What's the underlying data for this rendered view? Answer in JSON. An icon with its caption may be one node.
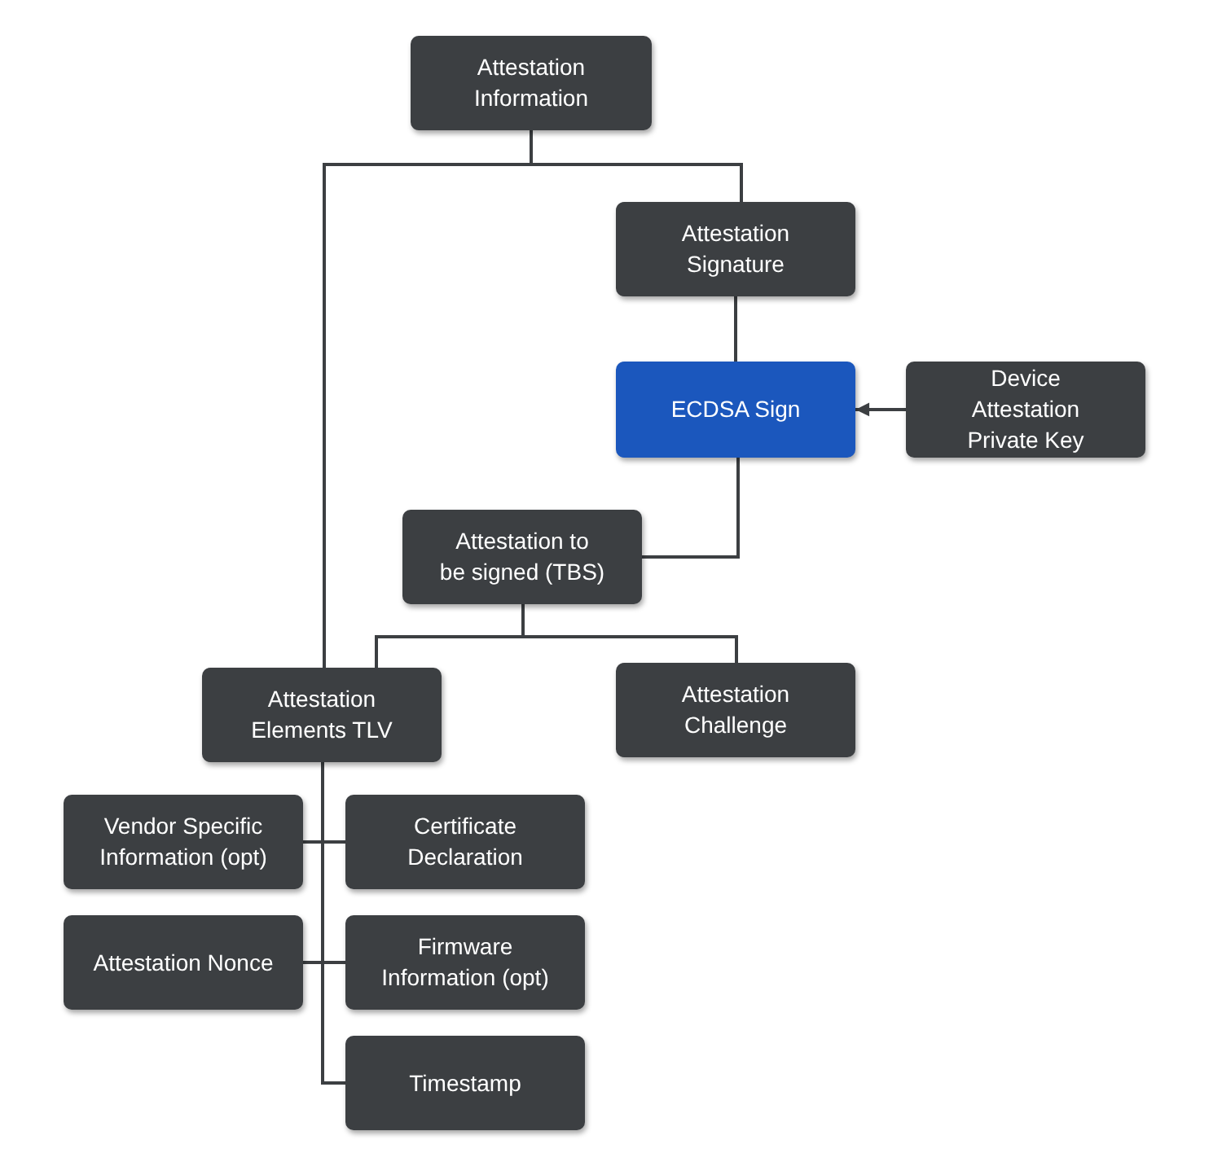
{
  "diagram": {
    "nodes": [
      {
        "text": [
          "Attestation Information"
        ]
      },
      {
        "text": [
          "Attestation Signature"
        ]
      },
      {
        "text": [
          "ECDSA Sign"
        ]
      },
      {
        "text": [
          "Device Attestation Private Key"
        ]
      },
      {
        "text": [
          "Attestation to be signed (TBS)"
        ]
      },
      {
        "text": [
          "Attestation Elements TLV"
        ]
      },
      {
        "text": [
          "Attestation Challenge"
        ]
      },
      {
        "text": [
          "Vendor Specific Information (opt)"
        ]
      },
      {
        "text": [
          "Certificate Declaration"
        ]
      },
      {
        "text": [
          "Attestation Nonce"
        ]
      },
      {
        "text": [
          "Firmware Information (opt)"
        ]
      },
      {
        "text": [
          "Timestamp"
        ]
      }
    ],
    "edges": [
      {
        "from": 0,
        "to": 1,
        "arrow": "none"
      },
      {
        "from": 0,
        "to": 5,
        "arrow": "none"
      },
      {
        "from": 1,
        "to": 2,
        "arrow": "none"
      },
      {
        "from": 3,
        "to": 2,
        "arrow": "to"
      },
      {
        "from": 2,
        "to": 4,
        "arrow": "none"
      },
      {
        "from": 4,
        "to": 5,
        "arrow": "none"
      },
      {
        "from": 4,
        "to": 6,
        "arrow": "none"
      },
      {
        "from": 5,
        "to": 7,
        "arrow": "none"
      },
      {
        "from": 5,
        "to": 8,
        "arrow": "none"
      },
      {
        "from": 5,
        "to": 9,
        "arrow": "none"
      },
      {
        "from": 5,
        "to": 10,
        "arrow": "none"
      },
      {
        "from": 5,
        "to": 11,
        "arrow": "none"
      }
    ]
  }
}
